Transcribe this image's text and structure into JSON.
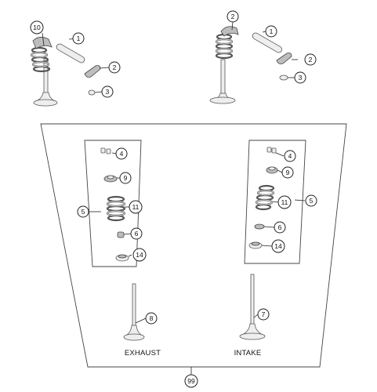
{
  "callouts": {
    "c10": "10",
    "c1_left": "1",
    "c2_left": "2",
    "c3_left": "3",
    "c2_right_top": "2",
    "c1_right": "1",
    "c2_right": "2",
    "c3_right": "3",
    "c4_left": "4",
    "c9_left": "9",
    "c11_left": "11",
    "c5_left": "5",
    "c6_left": "6",
    "c14_left": "14",
    "c4_right": "4",
    "c9_right": "9",
    "c11_right": "11",
    "c5_right": "5",
    "c6_right": "6",
    "c14_right": "14",
    "c8": "8",
    "c7": "7",
    "c99": "99"
  },
  "labels": {
    "exhaust": "EXHAUST",
    "intake": "INTAKE"
  }
}
